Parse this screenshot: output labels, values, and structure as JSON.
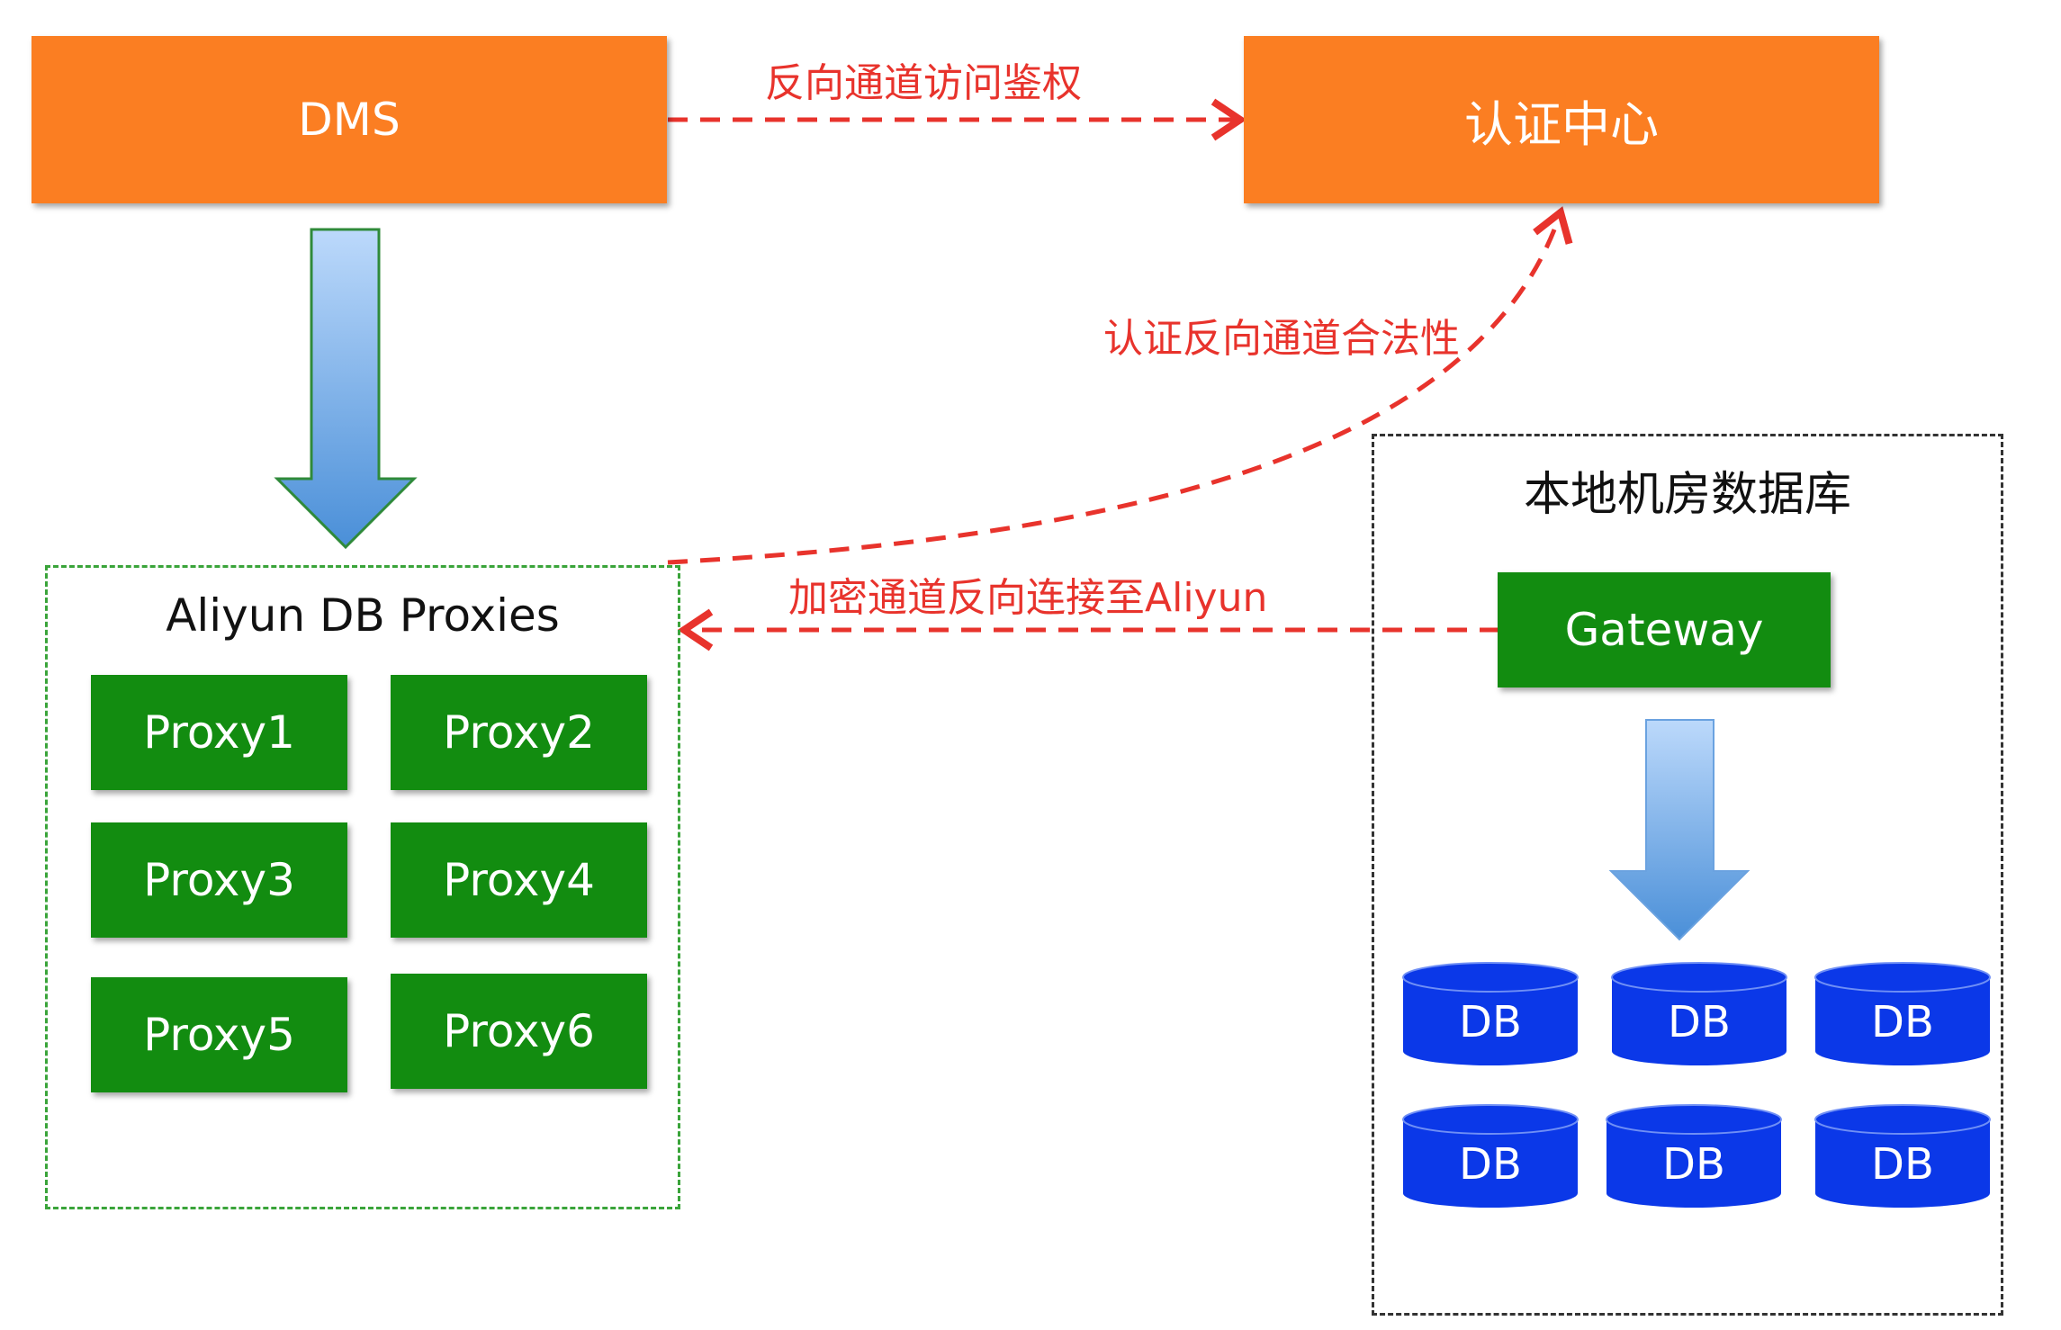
{
  "nodes": {
    "dms": "DMS",
    "auth_center": "认证中心",
    "gateway": "Gateway",
    "proxies": [
      "Proxy1",
      "Proxy2",
      "Proxy3",
      "Proxy4",
      "Proxy5",
      "Proxy6"
    ],
    "databases": [
      "DB",
      "DB",
      "DB",
      "DB",
      "DB",
      "DB"
    ]
  },
  "groups": {
    "aliyun": "Aliyun DB Proxies",
    "local": "本地机房数据库"
  },
  "edges": {
    "dms_to_auth": "反向通道访问鉴权",
    "verify_tunnel": "认证反向通道合法性",
    "gateway_to_aliyun": "加密通道反向连接至Aliyun"
  },
  "colors": {
    "orange": "#fb7e22",
    "green": "#128c10",
    "db_blue": "#0b38e8",
    "red_dash": "#e8332c",
    "arrow_blue": "#5d9fe0"
  }
}
